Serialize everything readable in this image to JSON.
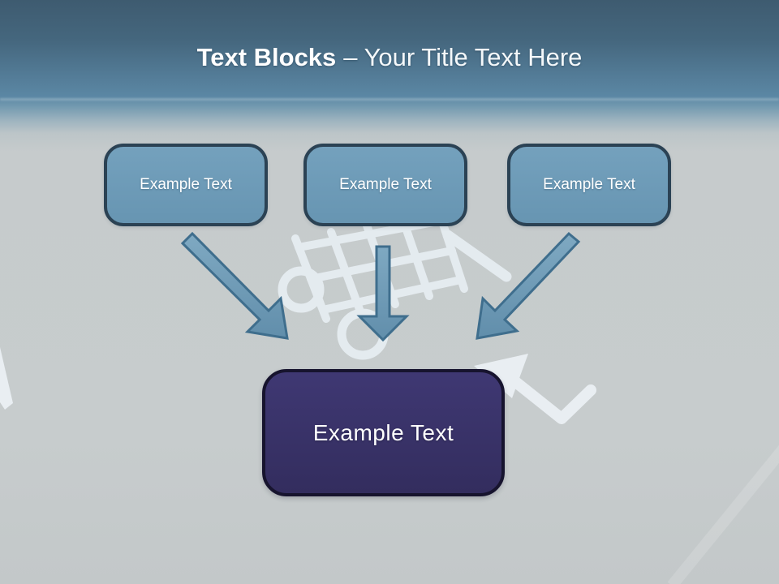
{
  "title": {
    "bold": "Text Blocks",
    "rest": "– Your Title Text Here"
  },
  "top_boxes": [
    {
      "label": "Example Text"
    },
    {
      "label": "Example Text"
    },
    {
      "label": "Example Text"
    }
  ],
  "center_box": {
    "label": "Example Text"
  },
  "icons": {
    "watermark": "shopping-cart-and-cursor-watermark",
    "arrows": [
      "arrow-down-right",
      "arrow-down",
      "arrow-down-left"
    ]
  },
  "colors": {
    "header_top": "#3e5b70",
    "header_bottom": "#5b87a4",
    "body_background": "#c6cbcc",
    "box_fill": "#6e9cb8",
    "box_border": "#2b4254",
    "center_box_fill": "#393369",
    "center_box_border": "#17142e",
    "arrow_fill": "#6f9dba",
    "arrow_border": "#3f6e8d",
    "watermark": "#e4ebef",
    "text": "#ffffff"
  }
}
